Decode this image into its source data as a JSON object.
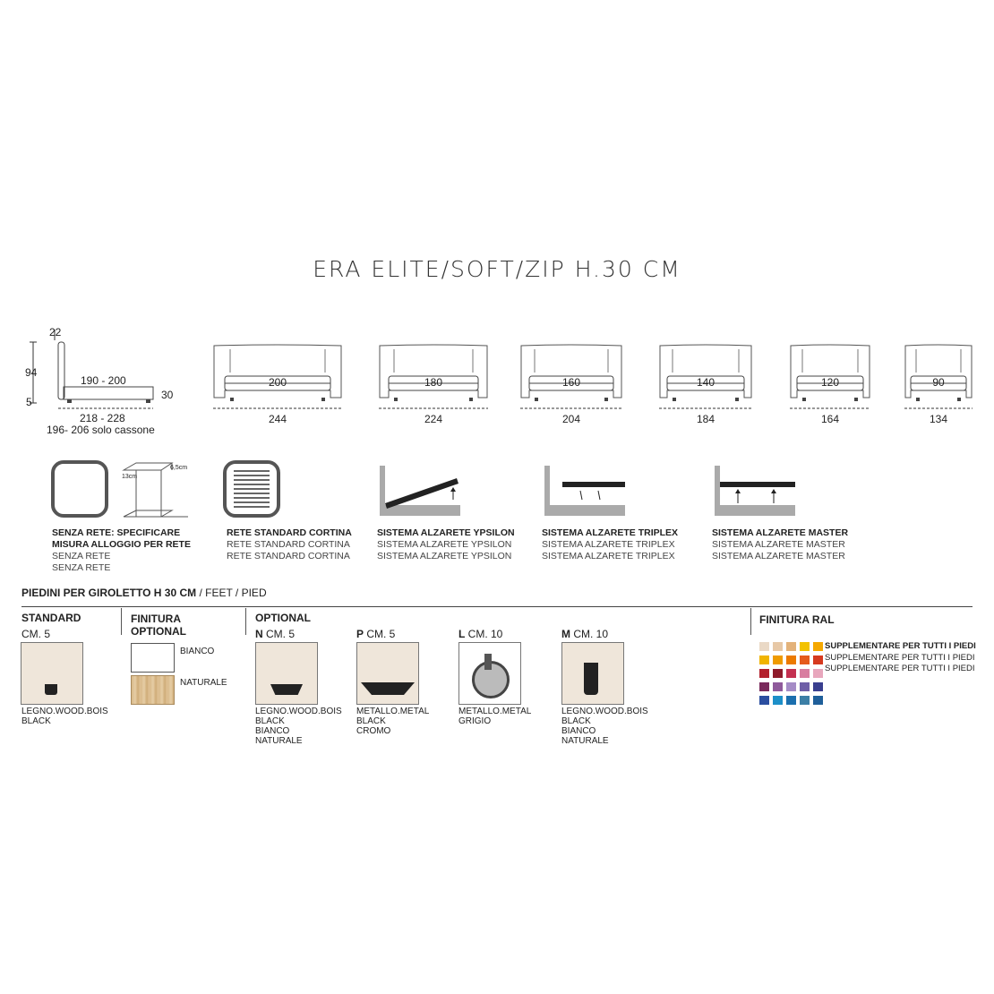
{
  "title": "ERA ELITE/SOFT/ZIP H.30 CM",
  "side_view": {
    "dim_top": "22",
    "dim_height": "94",
    "dim_feet": "5",
    "dim_inner": "190 - 200",
    "dim_base": "30",
    "dim_length": "218 - 228",
    "note": "196- 206 solo cassone"
  },
  "beds": [
    {
      "inner": "200",
      "outer": "244"
    },
    {
      "inner": "180",
      "outer": "224"
    },
    {
      "inner": "160",
      "outer": "204"
    },
    {
      "inner": "140",
      "outer": "184"
    },
    {
      "inner": "120",
      "outer": "164"
    },
    {
      "inner": "90",
      "outer": "134"
    }
  ],
  "options": [
    {
      "lines": [
        "SENZA RETE: SPECIFICARE",
        "MISURA ALLOGGIO PER RETE"
      ],
      "sub": [
        "SENZA RETE",
        "SENZA RETE"
      ]
    },
    {
      "lines": [
        "RETE STANDARD CORTINA"
      ],
      "sub": [
        "RETE STANDARD CORTINA",
        "RETE STANDARD CORTINA"
      ]
    },
    {
      "lines": [
        "SISTEMA ALZARETE YPSILON"
      ],
      "sub": [
        "SISTEMA ALZARETE YPSILON",
        "SISTEMA ALZARETE YPSILON"
      ]
    },
    {
      "lines": [
        "SISTEMA ALZARETE TRIPLEX"
      ],
      "sub": [
        "SISTEMA ALZARETE TRIPLEX",
        "SISTEMA ALZARETE TRIPLEX"
      ]
    },
    {
      "lines": [
        "SISTEMA ALZARETE MASTER"
      ],
      "sub": [
        "SISTEMA ALZARETE MASTER",
        "SISTEMA ALZARETE MASTER"
      ]
    }
  ],
  "cross_section": {
    "d1": "6,5cm",
    "d2": "13cm"
  },
  "feet_header": {
    "bold": "PIEDINI PER GIROLETTO H 30 CM",
    "rest": " / FEET / PIED"
  },
  "standard": {
    "title": "STANDARD",
    "size": "CM. 5",
    "cap": [
      "LEGNO.WOOD.BOIS",
      "BLACK"
    ]
  },
  "finitura": {
    "title": "FINITURA",
    "title2": "OPTIONAL",
    "opt1": "BIANCO",
    "opt2": "NATURALE"
  },
  "optional": {
    "title": "OPTIONAL",
    "items": [
      {
        "letter": "N",
        "size": " CM. 5",
        "cap": [
          "LEGNO.WOOD.BOIS",
          "BLACK",
          "BIANCO",
          "NATURALE"
        ]
      },
      {
        "letter": "P",
        "size": " CM. 5",
        "cap": [
          "METALLO.METAL",
          "BLACK",
          "CROMO"
        ]
      },
      {
        "letter": "L",
        "size": " CM. 10",
        "cap": [
          "METALLO.METAL",
          "GRIGIO"
        ]
      },
      {
        "letter": "M",
        "size": " CM. 10",
        "cap": [
          "LEGNO.WOOD.BOIS",
          "BLACK",
          "BIANCO",
          "NATURALE"
        ]
      }
    ]
  },
  "ral": {
    "title": "FINITURA RAL",
    "lines": [
      "SUPPLEMENTARE PER TUTTI I PIEDI",
      "SUPPLEMENTARE PER TUTTI I PIEDI",
      "SUPPLEMENTARE PER TUTTI I PIEDI"
    ],
    "colors": [
      [
        "#ead9c6",
        "#e7c8a6",
        "#e3b27a",
        "#f2c200",
        "#f5a800"
      ],
      [
        "#f0b400",
        "#ef9b00",
        "#ec7a00",
        "#e55b1c",
        "#d63a1f"
      ],
      [
        "#b3202c",
        "#8f1b2b",
        "#c43050",
        "#d87ea0",
        "#e8a7bd"
      ],
      [
        "#7a2a5c",
        "#8f5a9b",
        "#a58cc6",
        "#6f5fa7",
        "#3a3f8f"
      ],
      [
        "#2b4ea0",
        "#1d8fc8",
        "#1b6fae",
        "#3c7fa6",
        "#1f5f9a"
      ]
    ]
  }
}
